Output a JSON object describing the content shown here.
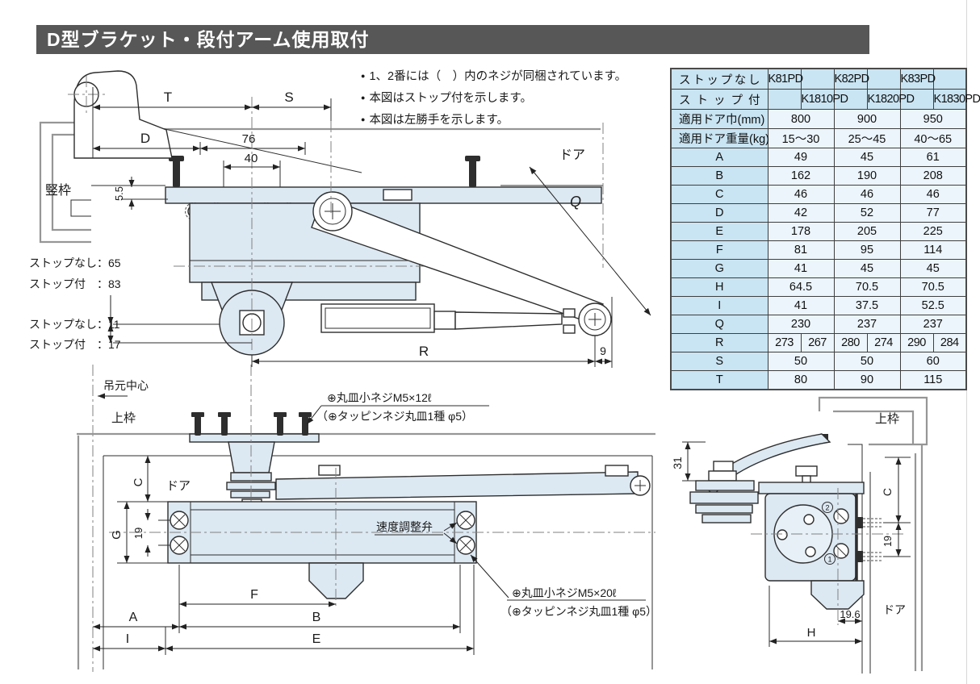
{
  "page": {
    "title": "D型ブラケット・段付アーム使用取付",
    "title_bar_color": "#575757"
  },
  "notes": [
    "1、2番には（　）内のネジが同梱されています。",
    "本図はストップ付を示します。",
    "本図は左勝手を示します。"
  ],
  "table": {
    "header_bg": "#c9e4f2",
    "cell_bg": "#ecf5fb",
    "no_stop_label": "ストップなし",
    "stop_label": "ストップ付",
    "door_width_label": "適用ドア巾(mm)",
    "door_weight_label": "適用ドア重量(kg)",
    "models_no_stop": [
      "K81PD",
      "K82PD",
      "K83PD"
    ],
    "models_stop": [
      "K1810PD",
      "K1820PD",
      "K1830PD"
    ],
    "door_width": [
      "800",
      "900",
      "950"
    ],
    "door_weight": [
      "15〜30",
      "25〜45",
      "40〜65"
    ],
    "dim_rows": [
      {
        "label": "A",
        "values": [
          "49",
          "45",
          "61"
        ]
      },
      {
        "label": "B",
        "values": [
          "162",
          "190",
          "208"
        ]
      },
      {
        "label": "C",
        "values": [
          "46",
          "46",
          "46"
        ]
      },
      {
        "label": "D",
        "values": [
          "42",
          "52",
          "77"
        ]
      },
      {
        "label": "E",
        "values": [
          "178",
          "205",
          "225"
        ]
      },
      {
        "label": "F",
        "values": [
          "81",
          "95",
          "114"
        ]
      },
      {
        "label": "G",
        "values": [
          "41",
          "45",
          "45"
        ]
      },
      {
        "label": "H",
        "values": [
          "64.5",
          "70.5",
          "70.5"
        ]
      },
      {
        "label": "I",
        "values": [
          "41",
          "37.5",
          "52.5"
        ]
      },
      {
        "label": "Q",
        "values": [
          "230",
          "237",
          "237"
        ]
      }
    ],
    "r_row": {
      "label": "R",
      "values": [
        "273",
        "267",
        "280",
        "274",
        "290",
        "284"
      ]
    },
    "st_rows": [
      {
        "label": "S",
        "values": [
          "50",
          "50",
          "60"
        ]
      },
      {
        "label": "T",
        "values": [
          "80",
          "90",
          "115"
        ]
      }
    ]
  },
  "top_view": {
    "frame_label": "竪枠",
    "door_label": "ドア",
    "dim_T": "T",
    "dim_S": "S",
    "dim_D": "D",
    "dim_76": "76",
    "dim_40": "40",
    "dim_55": "5.5",
    "dim_Q": "Q",
    "dim_R": "R",
    "dim_9": "9",
    "stop_none_65": "ストップなし：65",
    "stop_with_83": "ストップ付　：83",
    "stop_none_11": "ストップなし：11",
    "stop_with_17": "ストップ付　：17"
  },
  "front_view": {
    "hinge_center_label": "吊元中心",
    "top_frame_label": "上枠",
    "door_label": "ドア",
    "valve_label": "速度調整弁",
    "screw_note_top_1": "⊕丸皿小ネジM5×12ℓ",
    "screw_note_top_2": "（⊕タッピンネジ丸皿1種 φ5）",
    "screw_note_bottom_1": "⊕丸皿小ネジM5×20ℓ",
    "screw_note_bottom_2": "（⊕タッピンネジ丸皿1種 φ5）",
    "dim_C": "C",
    "dim_G": "G",
    "dim_19": "19",
    "dim_F": "F",
    "dim_B": "B",
    "dim_A": "A",
    "dim_I": "I",
    "dim_E": "E"
  },
  "side_view": {
    "top_frame_label": "上枠",
    "door_label": "ドア",
    "dim_31": "31",
    "dim_C": "C",
    "dim_19": "19",
    "dim_196": "19.6",
    "dim_H": "H",
    "valve_no_1": "1",
    "valve_no_2": "2"
  }
}
